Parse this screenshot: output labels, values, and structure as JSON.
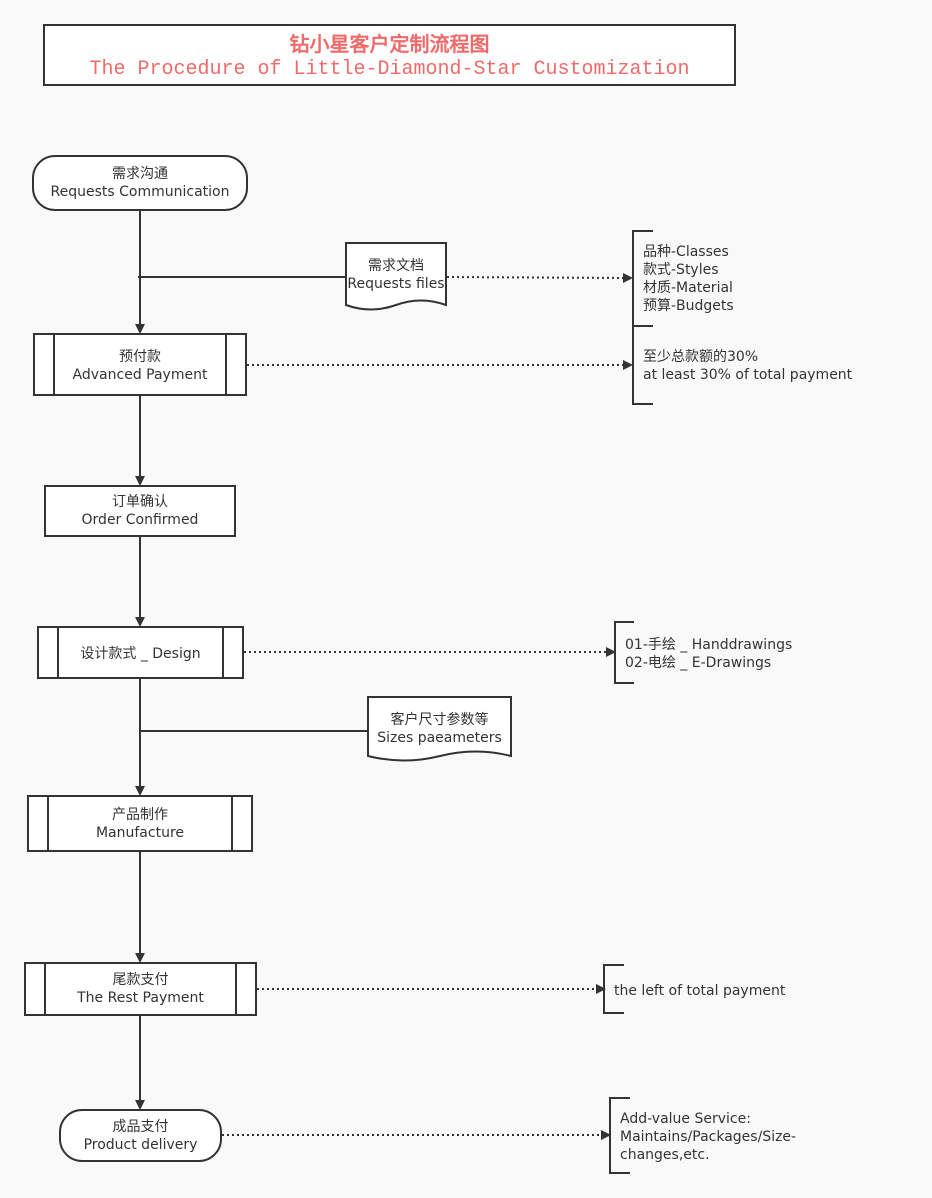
{
  "title": {
    "cn": "钻小星客户定制流程图",
    "en": "The Procedure of Little-Diamond-Star Customization"
  },
  "steps": {
    "requests": {
      "cn": "需求沟通",
      "en": "Requests Communication"
    },
    "advanced": {
      "cn": "预付款",
      "en": "Advanced Payment"
    },
    "confirmed": {
      "cn": "订单确认",
      "en": "Order Confirmed"
    },
    "design": {
      "text": "设计款式 _ Design"
    },
    "manufacture": {
      "cn": "产品制作",
      "en": "Manufacture"
    },
    "rest": {
      "cn": "尾款支付",
      "en": "The Rest Payment"
    },
    "delivery": {
      "cn": "成品支付",
      "en": "Product delivery"
    }
  },
  "documents": {
    "requests_files": {
      "cn": "需求文档",
      "en": "Requests files"
    },
    "sizes": {
      "cn": "客户尺寸参数等",
      "en": "Sizes paeameters"
    }
  },
  "notes": {
    "requests": [
      "品种-Classes",
      "款式-Styles",
      "材质-Material",
      "预算-Budgets"
    ],
    "advanced": [
      "至少总款额的30%",
      "at least 30% of total payment"
    ],
    "design": [
      "01-手绘 _ Handdrawings",
      "02-电绘 _ E-Drawings"
    ],
    "rest": [
      "the left of total payment"
    ],
    "delivery": [
      "Add-value Service:",
      "Maintains/Packages/Size-",
      "changes,etc."
    ]
  }
}
